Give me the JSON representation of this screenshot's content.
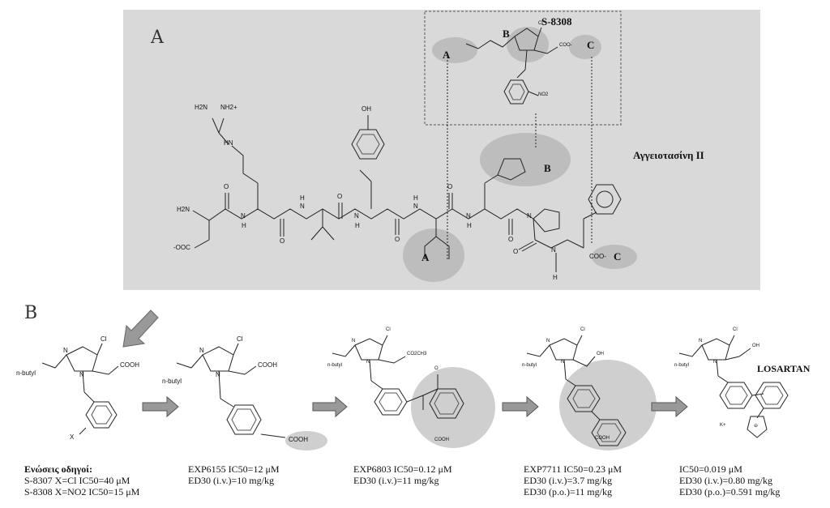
{
  "panelA": {
    "label": "A",
    "compound_label": "S-8308",
    "peptide_label": "Αγγειοτασίνη ΙΙ",
    "region_a": "A",
    "region_b": "B",
    "region_c": "C",
    "atoms": {
      "h2n_guan": "H2N",
      "nh2_plus": "NH2+",
      "hn_guan": "HN",
      "oh_tyr": "OH",
      "h2n_term": "H2N",
      "coo_asp": "-OOC",
      "coo_term": "COO-",
      "coo_s8308": "COO-",
      "cl_s8308": "Cl",
      "no2": "NO2",
      "n": "N",
      "h": "H",
      "o": "O"
    }
  },
  "panelB": {
    "label": "B",
    "losartan_label": "LOSARTAN",
    "atoms": {
      "cl": "Cl",
      "n": "N",
      "nbutyl": "n-butyl",
      "cooh": "COOH",
      "x": "X",
      "co2ch3": "CO2CH3",
      "oh": "OH",
      "k_plus": "K+",
      "minus": "⊖"
    },
    "captions": [
      {
        "line1": "Ενώσεις οδηγοί:",
        "line2": "S-8307 X=Cl IC50=40 μM",
        "line3": "S-8308 X=NO2 IC50=15 μM"
      },
      {
        "line1": "EXP6155 IC50=12 μM",
        "line2": "ED30 (i.v.)=10 mg/kg",
        "line3": ""
      },
      {
        "line1": "EXP6803 IC50=0.12 μM",
        "line2": "ED30 (i.v.)=11 mg/kg",
        "line3": ""
      },
      {
        "line1": "EXP7711 IC50=0.23 μM",
        "line2": "ED30 (i.v.)=3.7 mg/kg",
        "line3": "ED30 (p.o.)=11 mg/kg"
      },
      {
        "line1": "IC50=0.019 μM",
        "line2": "ED30 (i.v.)=0.80 mg/kg",
        "line3": "ED30 (p.o.)=0.591 mg/kg"
      }
    ]
  }
}
